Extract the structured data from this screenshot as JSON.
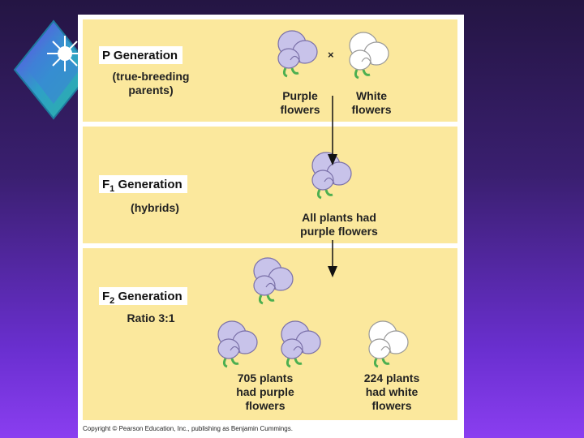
{
  "colors": {
    "purple_flower": "#c8c3ea",
    "white_flower": "#ffffff",
    "panel": "#fbe89d",
    "leaf": "#4caf50"
  },
  "p_generation": {
    "title": "P Generation",
    "subtitle": "(true-breeding\nparents)",
    "cross_symbol": "×",
    "left_label": "Purple\nflowers",
    "right_label": "White\nflowers"
  },
  "f1_generation": {
    "title_prefix": "F",
    "title_sub": "1",
    "title_suffix": " Generation",
    "subtitle": "(hybrids)",
    "result": "All plants had\npurple flowers"
  },
  "f2_generation": {
    "title_prefix": "F",
    "title_sub": "2",
    "title_suffix": " Generation",
    "ratio": "Ratio 3:1",
    "purple_result": "705 plants\nhad purple\nflowers",
    "white_result": "224 plants\nhad white\nflowers"
  },
  "copyright": "Copyright © Pearson Education, Inc., publishing as Benjamin Cummings."
}
